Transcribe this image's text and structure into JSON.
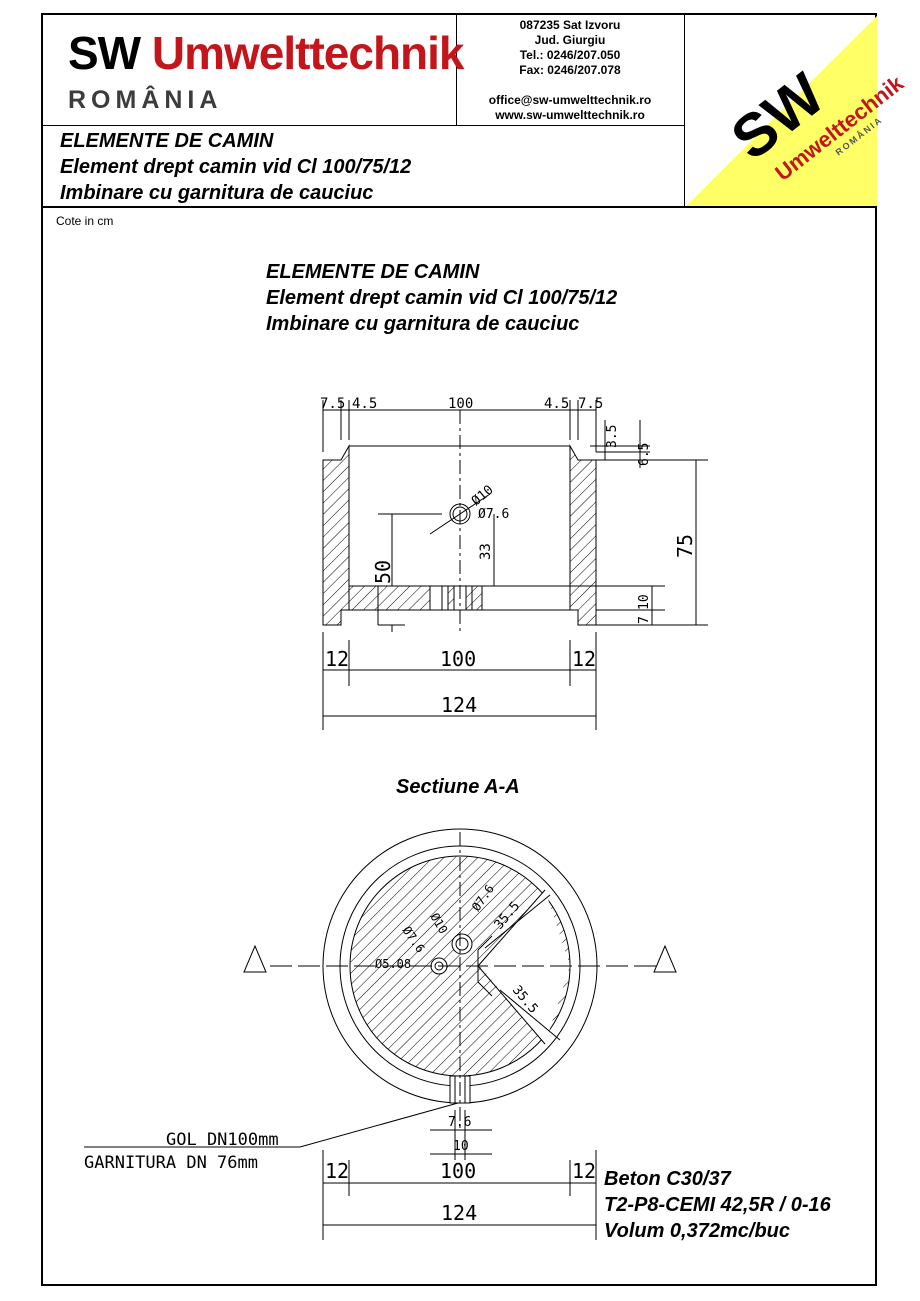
{
  "header": {
    "logo": {
      "sw": "SW",
      "brand": "Umwelttechnik",
      "country": "ROMÂNIA"
    },
    "contact": {
      "address": "087235 Sat Izvoru",
      "county": "Jud. Giurgiu",
      "tel": "Tel.: 0246/207.050",
      "fax": "Fax: 0246/207.078",
      "email": "office@sw-umwelttechnik.ro",
      "web": "www.sw-umwelttechnik.ro"
    },
    "badge": {
      "sw": "SW",
      "brand": "Umwelttechnik",
      "country": "ROMÂNIA",
      "background": "#ffff66"
    }
  },
  "title": {
    "line1": "ELEMENTE DE CAMIN",
    "line2": "Element drept camin vid Cl 100/75/12",
    "line3": "Imbinare cu garnitura de cauciuc"
  },
  "units_note": "Cote in cm",
  "drawing_title": {
    "line1": "ELEMENTE DE CAMIN",
    "line2": "Element drept camin vid Cl 100/75/12",
    "line3": "Imbinare cu garnitura de cauciuc"
  },
  "elevation_dims": {
    "top_left_a": "7.5",
    "top_left_b": "4.5",
    "top_center": "100",
    "top_right_b": "4.5",
    "top_right_a": "7.5",
    "right_small_a": "3.5",
    "right_small_b": "6.5",
    "pipe_outer": "Ø10",
    "pipe_inner": "Ø7.6",
    "height_pipe": "33",
    "height_50": "50",
    "height_75": "75",
    "bottom_7": "7",
    "bottom_10": "10",
    "wall_left": "12",
    "inner_width": "100",
    "wall_right": "12",
    "outer_width": "124"
  },
  "section": {
    "title": "Sectiune A-A",
    "dim_d10": "Ø10",
    "dim_d76": "Ø7.6",
    "dim_d508": "Ø5.08",
    "dim_d76b": "Ø7.6",
    "dim_355a": "35.5",
    "dim_355b": "35.5",
    "gap_small": "7.6",
    "gap_10": "10",
    "wall_left": "12",
    "inner_width": "100",
    "wall_right": "12",
    "outer_width": "124",
    "label_gol": "GOL DN100mm",
    "label_garnitura": "GARNITURA DN 76mm"
  },
  "spec": {
    "line1": "Beton C30/37",
    "line2": "T2-P8-CEMI 42,5R / 0-16",
    "line3": "Volum 0,372mc/buc"
  }
}
